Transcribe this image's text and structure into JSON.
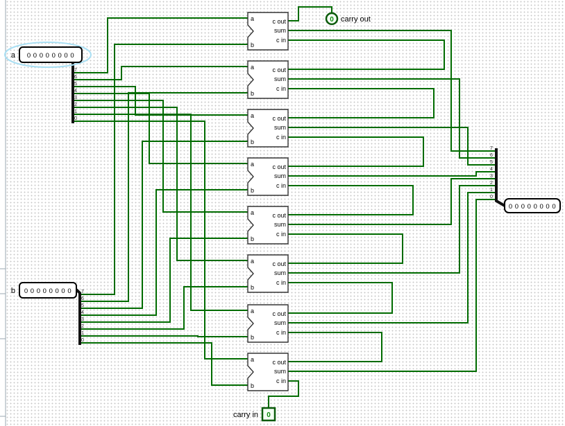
{
  "colors": {
    "wire": "#006b00",
    "selection_halo": "#a9dff3",
    "value_green": "#0e8a0e",
    "splitter": "#111111"
  },
  "input_a": {
    "label": "a",
    "value": "0 0 0 0 0 0 0 0"
  },
  "input_b": {
    "label": "b",
    "value": "0 0 0 0 0 0 0 0"
  },
  "output_sum": {
    "value": "0 0 0 0 0 0 0 0"
  },
  "carry_out": {
    "label": "carry out",
    "value": "0"
  },
  "carry_in": {
    "label": "carry in",
    "value": "0"
  },
  "adder_ports": {
    "a": "a",
    "b": "b",
    "cout": "c out",
    "sum": "sum",
    "cin": "c in"
  },
  "bit_labels": [
    "7",
    "6",
    "5",
    "4",
    "3",
    "2",
    "1",
    "0"
  ]
}
